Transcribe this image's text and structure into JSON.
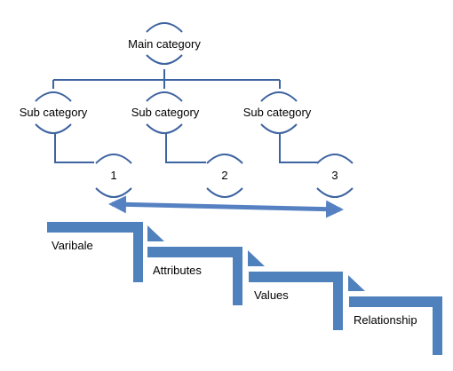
{
  "hierarchy": {
    "main_label": "Main category",
    "sub_labels": [
      "Sub category",
      "Sub category",
      "Sub category"
    ],
    "leaf_labels": [
      "1",
      "2",
      "3"
    ]
  },
  "steps": [
    "Varibale",
    "Attributes",
    "Values",
    "Relationship"
  ],
  "colors": {
    "line": "#3d63a0",
    "arrow": "#5581c2",
    "step_fill": "#4f81bd",
    "text": "#000000"
  }
}
